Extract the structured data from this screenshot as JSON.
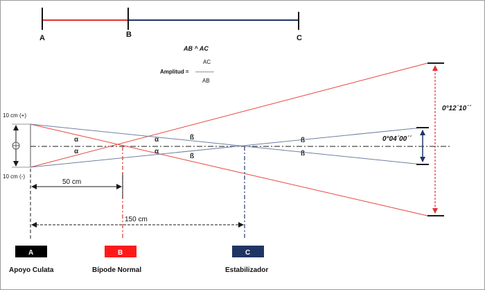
{
  "top_scale": {
    "label_a": "A",
    "label_b": "B",
    "label_c": "C",
    "ratio_text": "AB ^ AC"
  },
  "amplitude": {
    "label": "Amplitud =",
    "numerator": "AC",
    "divider": "----------",
    "denominator": "AB"
  },
  "left_scale": {
    "top_label": "10 cm (+)",
    "bottom_label": "10 cm (-)"
  },
  "angles": {
    "alpha": "α",
    "beta": "ß"
  },
  "dimensions": {
    "dist_ab": "50 cm",
    "dist_ac": "150 cm",
    "angle_small": "0°04´00´´",
    "angle_large": "0°12´10´´"
  },
  "markers": [
    {
      "badge": "A",
      "caption": "Apoyo Culata",
      "color": "#000000"
    },
    {
      "badge": "B",
      "caption": "Bípode Normal",
      "color": "#ff1a1a"
    },
    {
      "badge": "C",
      "caption": "Estabilizador",
      "color": "#1f3564"
    }
  ],
  "colors": {
    "red": "#e8453c",
    "blue_line": "#6e7fa3",
    "navy": "#1f3564",
    "dark": "#1a1a1a"
  }
}
